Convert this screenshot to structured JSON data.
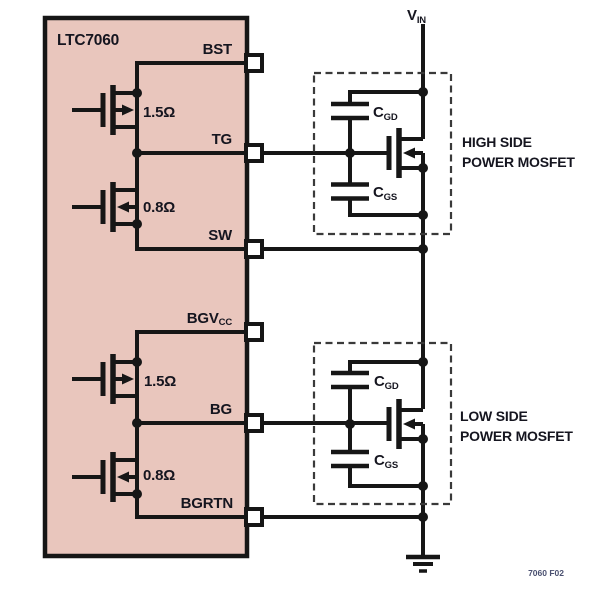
{
  "schematic": {
    "ic_label": "LTC7060",
    "pins": {
      "bst": "BST",
      "tg": "TG",
      "sw": "SW",
      "bgvcc": {
        "main": "BGV",
        "sub": "CC"
      },
      "bg": "BG",
      "bgrtn": "BGRTN"
    },
    "drivers": {
      "top": {
        "pullup_resistance": "1.5Ω",
        "pulldown_resistance": "0.8Ω"
      },
      "bottom": {
        "pullup_resistance": "1.5Ω",
        "pulldown_resistance": "0.8Ω"
      }
    },
    "supply": {
      "main": "V",
      "sub": "IN"
    },
    "capacitors": {
      "high": {
        "cgd": {
          "main": "C",
          "sub": "GD"
        },
        "cgs": {
          "main": "C",
          "sub": "GS"
        }
      },
      "low": {
        "cgd": {
          "main": "C",
          "sub": "GD"
        },
        "cgs": {
          "main": "C",
          "sub": "GS"
        }
      }
    },
    "mosfets": {
      "high": {
        "line1": "HIGH SIDE",
        "line2": "POWER MOSFET"
      },
      "low": {
        "line1": "LOW SIDE",
        "line2": "POWER MOSFET"
      }
    },
    "figure_label": "7060 F02",
    "colors": {
      "ic_fill": "#e9c6bd",
      "ink": "#161616",
      "text": "#15151f",
      "figure_label": "#4a5070"
    }
  }
}
